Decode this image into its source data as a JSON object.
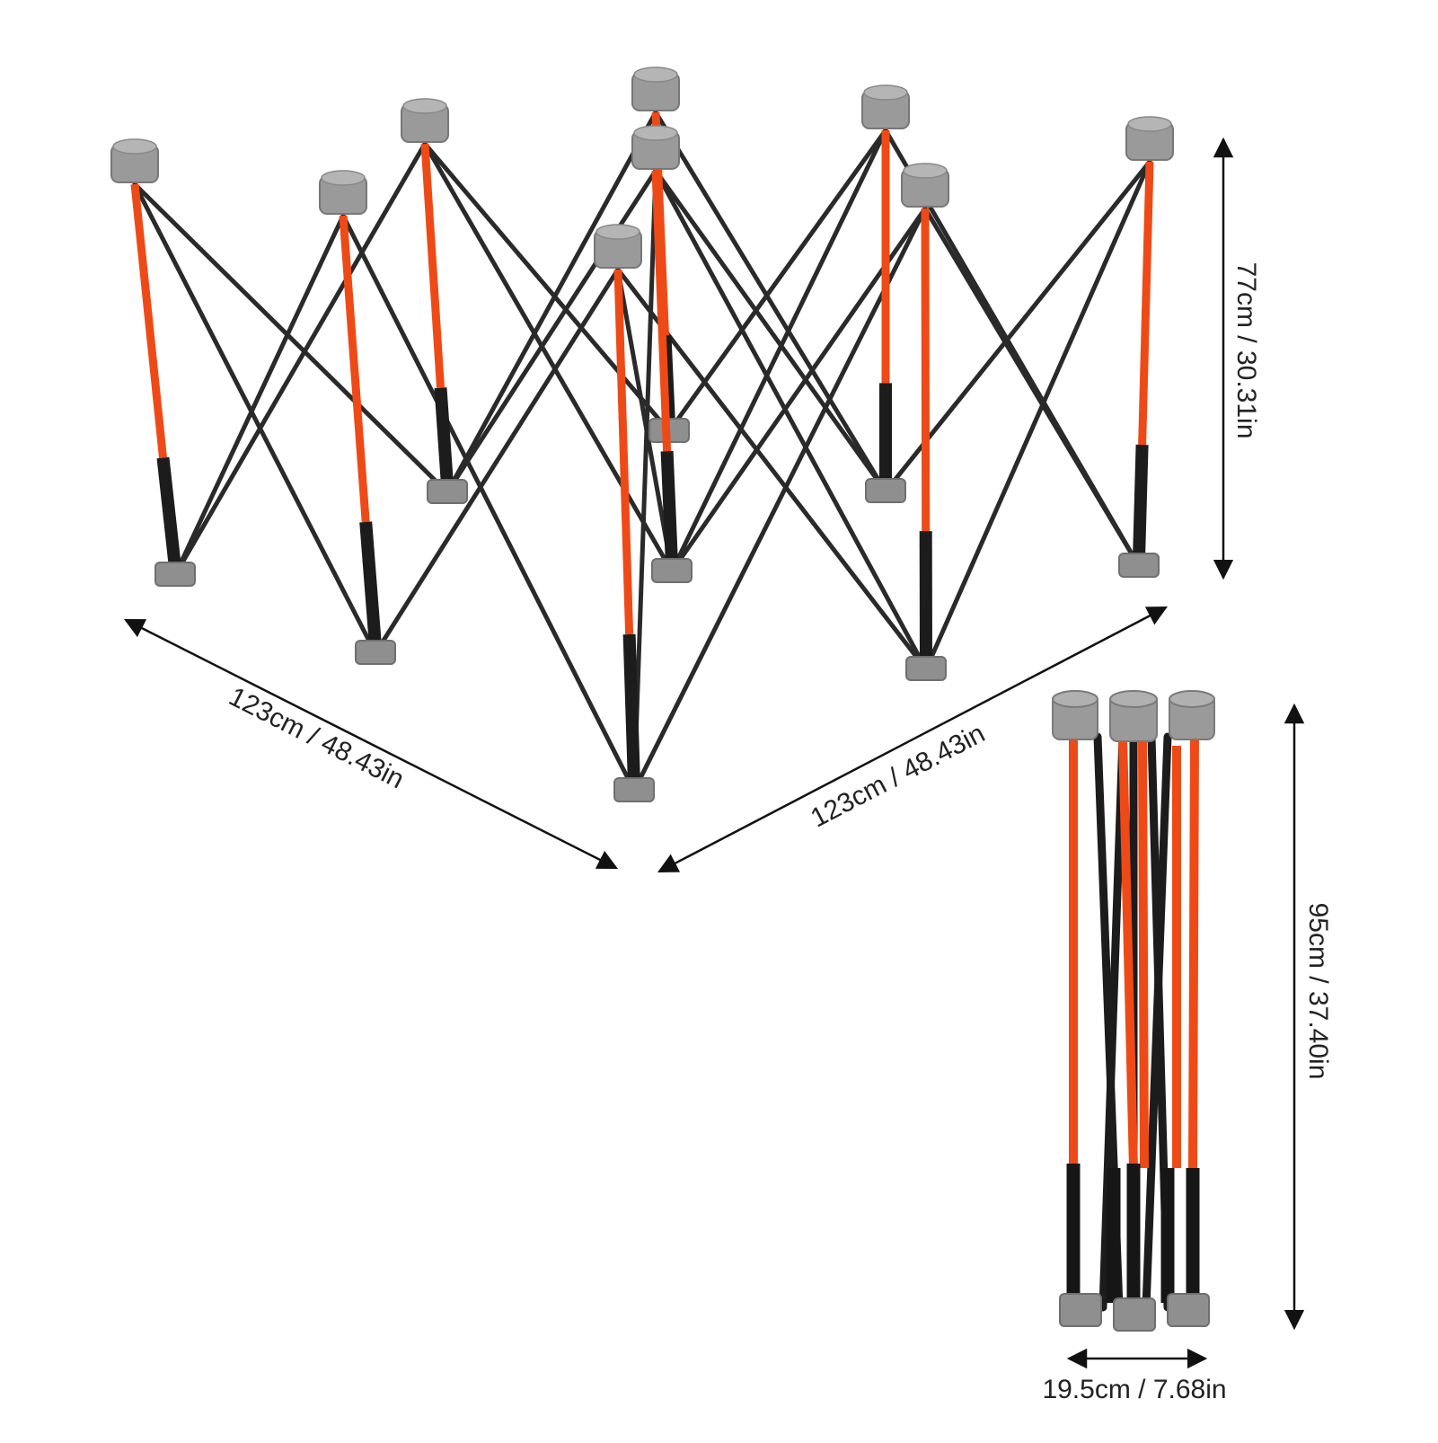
{
  "dimensions": {
    "open_width": "123cm / 48.43in",
    "open_depth": "123cm / 48.43in",
    "open_height": "77cm / 30.31in",
    "folded_height": "95cm / 37.40in",
    "folded_width": "19.5cm / 7.68in"
  },
  "colors": {
    "leg_orange": "#ee4a17",
    "leg_grip": "#1c1c1c",
    "strut": "#2a2a2a",
    "cap_gray": "#9a9a9a",
    "arrow": "#111111"
  }
}
